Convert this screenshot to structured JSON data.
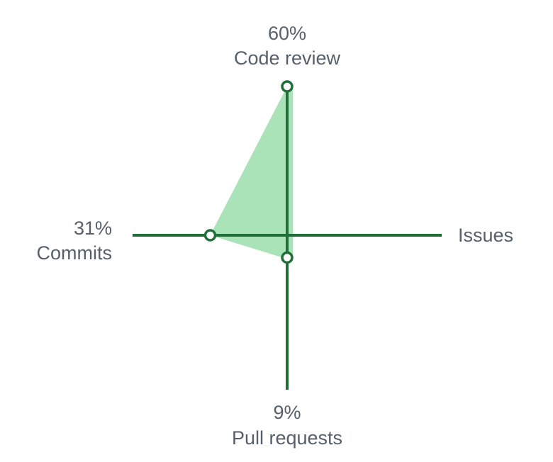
{
  "chart_data": {
    "type": "radar",
    "axes": [
      {
        "key": "code_review",
        "label": "Code review",
        "value": 60,
        "display": "60%"
      },
      {
        "key": "issues",
        "label": "Issues",
        "value": 0,
        "display": ""
      },
      {
        "key": "pull_requests",
        "label": "Pull requests",
        "value": 9,
        "display": "9%"
      },
      {
        "key": "commits",
        "label": "Commits",
        "value": 31,
        "display": "31%"
      }
    ],
    "unit": "%",
    "range": [
      0,
      60
    ],
    "colors": {
      "axis": "#216e39",
      "fill": "#a5e1b4",
      "marker_fill": "#ffffff",
      "label": "#57606a"
    }
  }
}
